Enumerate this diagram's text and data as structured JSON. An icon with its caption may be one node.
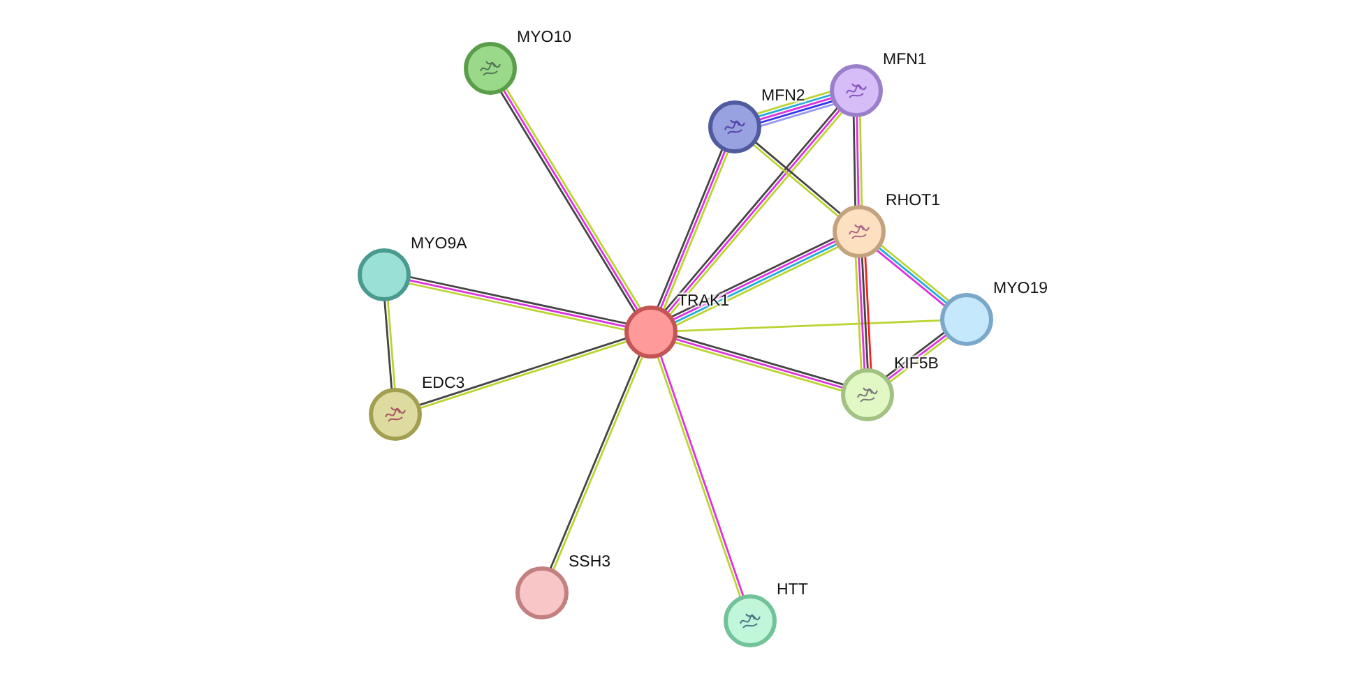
{
  "diagram": {
    "nodes": [
      {
        "text": [
          "TRAK1"
        ]
      },
      {
        "text": [
          "MYO10"
        ]
      },
      {
        "text": [
          "MFN2"
        ]
      },
      {
        "text": [
          "MFN1"
        ]
      },
      {
        "text": [
          "RHOT1"
        ]
      },
      {
        "text": [
          "MYO9A"
        ]
      },
      {
        "text": [
          "MYO19"
        ]
      },
      {
        "text": [
          "EDC3"
        ]
      },
      {
        "text": [
          "KIF5B"
        ]
      },
      {
        "text": [
          "SSH3"
        ]
      },
      {
        "text": [
          "HTT"
        ]
      }
    ],
    "edges": [
      {
        "from": 0,
        "to": 1,
        "arrow": "none",
        "color": "#444444"
      },
      {
        "from": 0,
        "to": 1,
        "arrow": "none",
        "color": "#dd33dd"
      },
      {
        "from": 0,
        "to": 1,
        "arrow": "none",
        "color": "#bcd432"
      },
      {
        "from": 0,
        "to": 2,
        "arrow": "none",
        "color": "#444444"
      },
      {
        "from": 0,
        "to": 2,
        "arrow": "none",
        "color": "#dd33dd"
      },
      {
        "from": 0,
        "to": 2,
        "arrow": "none",
        "color": "#bcd432"
      },
      {
        "from": 0,
        "to": 3,
        "arrow": "none",
        "color": "#444444"
      },
      {
        "from": 0,
        "to": 3,
        "arrow": "none",
        "color": "#dd33dd"
      },
      {
        "from": 0,
        "to": 3,
        "arrow": "none",
        "color": "#bcd432"
      },
      {
        "from": 0,
        "to": 4,
        "arrow": "none",
        "color": "#444444"
      },
      {
        "from": 0,
        "to": 4,
        "arrow": "none",
        "color": "#dd33dd"
      },
      {
        "from": 0,
        "to": 4,
        "arrow": "none",
        "color": "#22aadd"
      },
      {
        "from": 0,
        "to": 4,
        "arrow": "none",
        "color": "#bcd432"
      },
      {
        "from": 0,
        "to": 5,
        "arrow": "none",
        "color": "#bcd432"
      },
      {
        "from": 0,
        "to": 5,
        "arrow": "none",
        "color": "#dd33dd"
      },
      {
        "from": 0,
        "to": 5,
        "arrow": "none",
        "color": "#444444"
      },
      {
        "from": 0,
        "to": 7,
        "arrow": "none",
        "color": "#bcd432"
      },
      {
        "from": 0,
        "to": 7,
        "arrow": "none",
        "color": "#444444"
      },
      {
        "from": 0,
        "to": 6,
        "arrow": "none",
        "color": "#bcd432"
      },
      {
        "from": 0,
        "to": 8,
        "arrow": "none",
        "color": "#444444"
      },
      {
        "from": 0,
        "to": 8,
        "arrow": "none",
        "color": "#dd33dd"
      },
      {
        "from": 0,
        "to": 8,
        "arrow": "none",
        "color": "#bcd432"
      },
      {
        "from": 0,
        "to": 9,
        "arrow": "none",
        "color": "#bcd432"
      },
      {
        "from": 0,
        "to": 9,
        "arrow": "none",
        "color": "#444444"
      },
      {
        "from": 0,
        "to": 10,
        "arrow": "none",
        "color": "#dd33dd"
      },
      {
        "from": 0,
        "to": 10,
        "arrow": "none",
        "color": "#bcd432"
      },
      {
        "from": 2,
        "to": 3,
        "arrow": "none",
        "color": "#bcd432"
      },
      {
        "from": 2,
        "to": 3,
        "arrow": "none",
        "color": "#22aadd"
      },
      {
        "from": 2,
        "to": 3,
        "arrow": "none",
        "color": "#dd33dd"
      },
      {
        "from": 2,
        "to": 3,
        "arrow": "none",
        "color": "#3333ee"
      },
      {
        "from": 2,
        "to": 3,
        "arrow": "none",
        "color": "#9999ee"
      },
      {
        "from": 2,
        "to": 4,
        "arrow": "none",
        "color": "#444444"
      },
      {
        "from": 2,
        "to": 4,
        "arrow": "none",
        "color": "#bcd432"
      },
      {
        "from": 3,
        "to": 4,
        "arrow": "none",
        "color": "#bcd432"
      },
      {
        "from": 3,
        "to": 4,
        "arrow": "none",
        "color": "#dd33dd"
      },
      {
        "from": 3,
        "to": 4,
        "arrow": "none",
        "color": "#444444"
      },
      {
        "from": 4,
        "to": 6,
        "arrow": "none",
        "color": "#bcd432"
      },
      {
        "from": 4,
        "to": 6,
        "arrow": "none",
        "color": "#22aadd"
      },
      {
        "from": 4,
        "to": 6,
        "arrow": "none",
        "color": "#dd33dd"
      },
      {
        "from": 4,
        "to": 8,
        "arrow": "none",
        "color": "#ee2222"
      },
      {
        "from": 4,
        "to": 8,
        "arrow": "none",
        "color": "#444444"
      },
      {
        "from": 4,
        "to": 8,
        "arrow": "none",
        "color": "#dd33dd"
      },
      {
        "from": 4,
        "to": 8,
        "arrow": "none",
        "color": "#bcd432"
      },
      {
        "from": 6,
        "to": 8,
        "arrow": "none",
        "color": "#bcd432"
      },
      {
        "from": 6,
        "to": 8,
        "arrow": "none",
        "color": "#dd33dd"
      },
      {
        "from": 6,
        "to": 8,
        "arrow": "none",
        "color": "#444444"
      },
      {
        "from": 5,
        "to": 7,
        "arrow": "none",
        "color": "#bcd432"
      },
      {
        "from": 5,
        "to": 7,
        "arrow": "none",
        "color": "#444444"
      }
    ]
  }
}
